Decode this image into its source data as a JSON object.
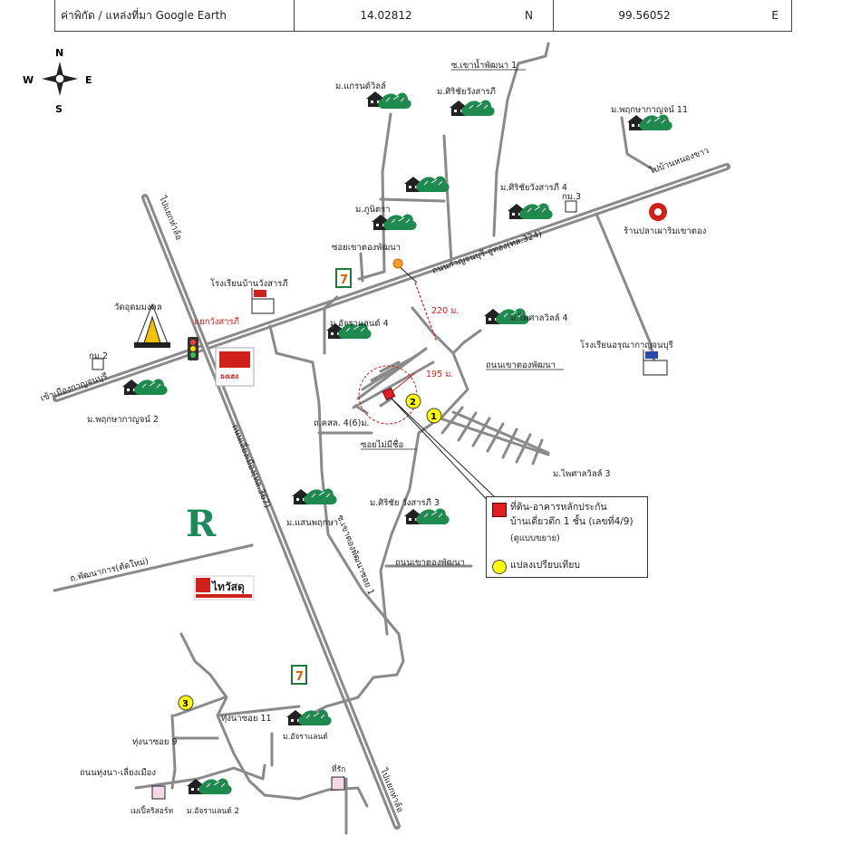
{
  "coords": {
    "label": "ค่าพิกัด / แหล่งที่มา Google Earth",
    "lat": "14.02812",
    "lat_dir": "N",
    "lon": "99.56052",
    "lon_dir": "E"
  },
  "compass": {
    "n": "N",
    "s": "S",
    "e": "E",
    "w": "W"
  },
  "labels": {
    "soi_khao_ngam": "ซ.เขาน้ำพัฒนา 1",
    "m_grandville": "ม.แกรนด์วิลล์",
    "m_sirichai_wangsarapi": "ม.ศิริชัยวังสารภี",
    "m_pruksa_11": "ม.พฤกษากาญจน์ 11",
    "to_nong_khao": "ไปบ้านหนองขาว",
    "m_sirichai_4": "ม.ศิริชัยวังสารภี 4",
    "km3": "กม.3",
    "fish_shop": "ร้านปลาเผาริมเขาตอง",
    "m_phunithra": "ม.ภูนิตรา",
    "soi_khao_tong_pattana": "ซอยเขาตองพัฒนา",
    "road_324": "ถนนกาญจนบุรี-อู่ทอง(ทล.324)",
    "to_tha_muang": "ไปแยกท่าล้อ",
    "school_wangsarapi": "โรงเรียนบ้านวังสารภี",
    "dist_220": "220 ม.",
    "m_paisarnville_4": "ม.ไพศาลวิลล์ 4",
    "wat_udom_mongkol": "วัดอุดมมงคล",
    "m_achara_land_4": "ม.อัจราแลนด์ 4",
    "yaek_wangsarapi": "แยกวังสารภี",
    "school_karuna": "โรงเรียนอรุณากาญจนบุรี",
    "km2": "กม.2",
    "dist_195": "195 ม.",
    "rd_khao_tong_pattana": "ถนนเขาตองพัฒนา",
    "yong_store": "ยงเฮง",
    "to_kanchanaburi": "เข้าเมืองกาญจนบุรี",
    "m_pruksa_2": "ม.พฤกษากาญจน์ 2",
    "so_sor_dor": "ถ.คสล. 4(6)ม.",
    "soi_no_name": "ซอยไม่มีชื่อ",
    "m_paisarnville_3": "ม.ไพศาลวิลล์ 3",
    "rd_367": "ถนนเลี่ยงเมือง(ทล.367)",
    "m_saenpruksa": "ม.แสนพฤกษา",
    "soi_khao_tong_1": "ซ.เขาตองพัฒนาซอย 1",
    "m_sirichai_3": "ม.ศิริชัย วังสารภี 3",
    "rd_khao_tong_pattana_2": "ถนนเขาตองพัฒนา",
    "rd_pattanakarn": "ถ.พัฒนาการ(ตัดใหม่)",
    "thaiwatsadu": "ไทวัสดุ",
    "thung_na_soi_11": "ทุ่งนาซอย 11",
    "thung_na_soi_9": "ทุ่งนาซอย 9",
    "m_achara_land": "ม.อัจราแลนด์",
    "rd_thungna": "ถนนทุ่งนา-เลี่ยงเมือง",
    "church": "ที่รัก",
    "to_tha_lor": "ไปแยกท่าล้อ",
    "maiphirat": "เมเปิ้ลริสอร์ท",
    "m_achara_land_2": "ม.อัจราแลนด์ 2",
    "seven": "7"
  },
  "markers": {
    "m1": "1",
    "m2": "2",
    "m3": "3"
  },
  "legend": {
    "line1": "ที่ดิน-อาคารหลักประกัน",
    "line2": "บ้านเดี่ยวตึก 1 ชั้น (เลขที่4/9)",
    "line3": "(ดูแบบขยาย)",
    "line4": "แปลงเปรียบเทียบ"
  },
  "colors": {
    "road": "#8a8a8a",
    "tree": "#1f8a4e",
    "accent_red": "#d0201a",
    "marker_yellow": "#ffff00"
  }
}
